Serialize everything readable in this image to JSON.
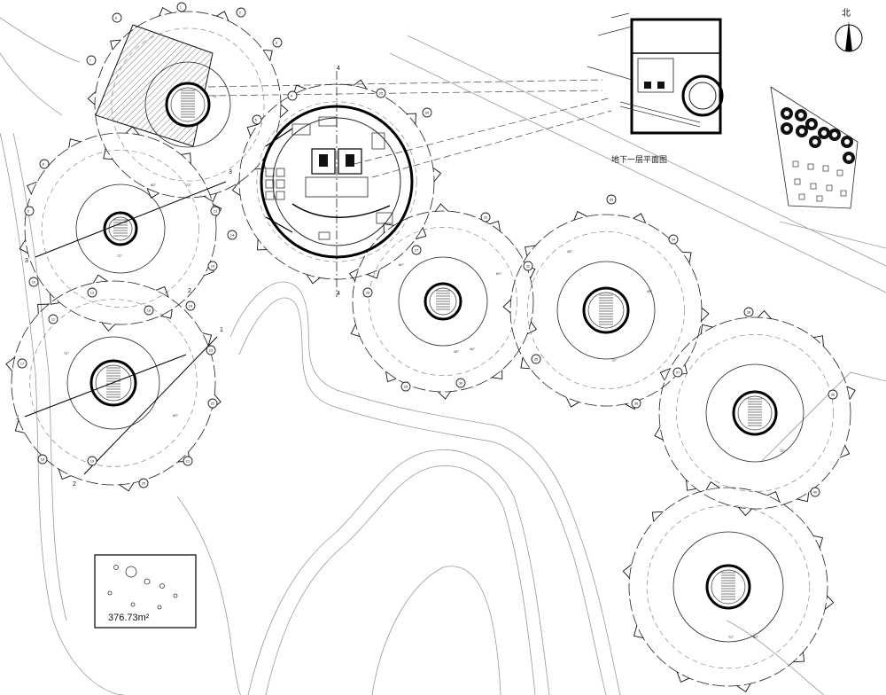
{
  "drawing": {
    "north_label": "北",
    "basement_plan_title": "地下一层平面图",
    "area_label": "376.73m²",
    "section_marks": [
      "1",
      "1",
      "2",
      "2",
      "3",
      "3",
      "4",
      "4"
    ],
    "grid_bubbles": [
      "1",
      "2",
      "3",
      "4",
      "5",
      "6",
      "7",
      "8",
      "9",
      "10",
      "11",
      "12",
      "13",
      "14",
      "15",
      "16",
      "17",
      "18",
      "19",
      "20",
      "21",
      "22",
      "23",
      "24",
      "25",
      "26",
      "27",
      "28",
      "29",
      "30",
      "31",
      "32",
      "33",
      "34",
      "35",
      "36",
      "37",
      "38",
      "39",
      "40"
    ],
    "dimension_notes": [
      "60°",
      "72°",
      "72°",
      "60°",
      "45°",
      "36°",
      "72°",
      "72°",
      "72°",
      "60°",
      "45°",
      "45°",
      "60°",
      "60°",
      "72°",
      "72°"
    ]
  }
}
